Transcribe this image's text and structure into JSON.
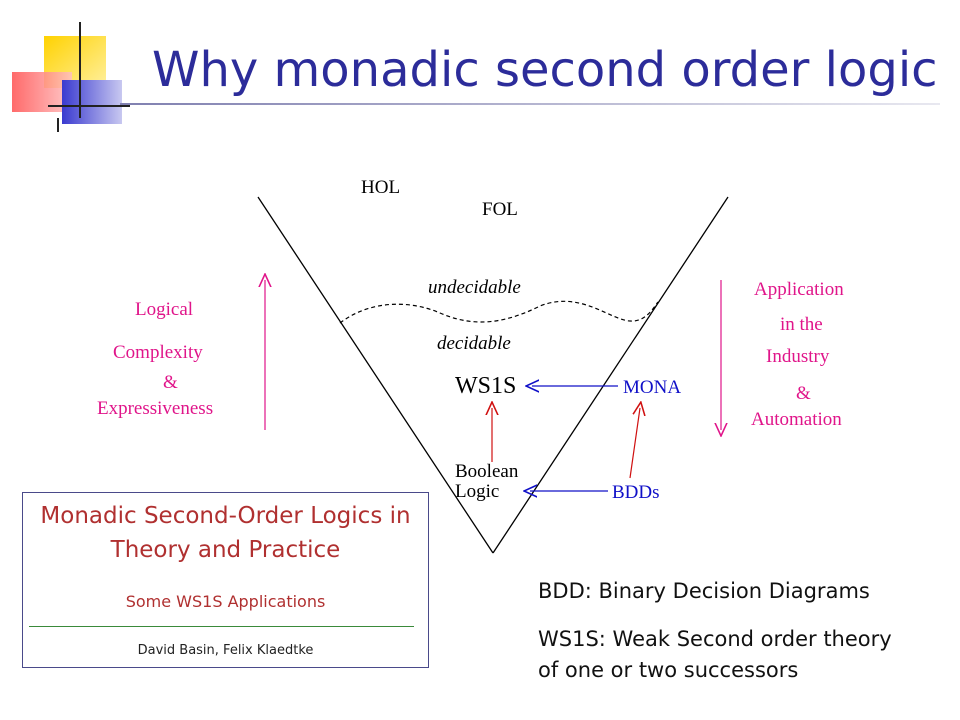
{
  "slide": {
    "title": "Why monadic second order logic"
  },
  "diagram": {
    "top_labels": [
      "HOL",
      "FOL"
    ],
    "boundary_above": "undecidable",
    "boundary_below": "decidable",
    "ws1s": "WS1S",
    "boolean_line1": "Boolean",
    "boolean_line2": "Logic",
    "mona": "MONA",
    "bdds": "BDDs",
    "left_axis": [
      "Logical",
      "Complexity",
      "&",
      "Expressiveness"
    ],
    "right_axis": [
      "Application",
      "in the",
      "Industry",
      "&",
      "Automation"
    ],
    "colors": {
      "left_axis": "#e0158a",
      "right_axis": "#e0158a",
      "tools": "#1010c8",
      "arrows_up": "#d01010",
      "arrows_left": "#1010c8"
    }
  },
  "book": {
    "title_line1": "Monadic Second-Order Logics in",
    "title_line2": "Theory and Practice",
    "subtitle": "Some WS1S Applications",
    "authors": "David Basin, Felix Klaedtke"
  },
  "notes": {
    "bdd": "BDD: Binary Decision Diagrams",
    "ws1s_line1": "WS1S: Weak Second order theory",
    "ws1s_line2": "of one or two successors"
  }
}
